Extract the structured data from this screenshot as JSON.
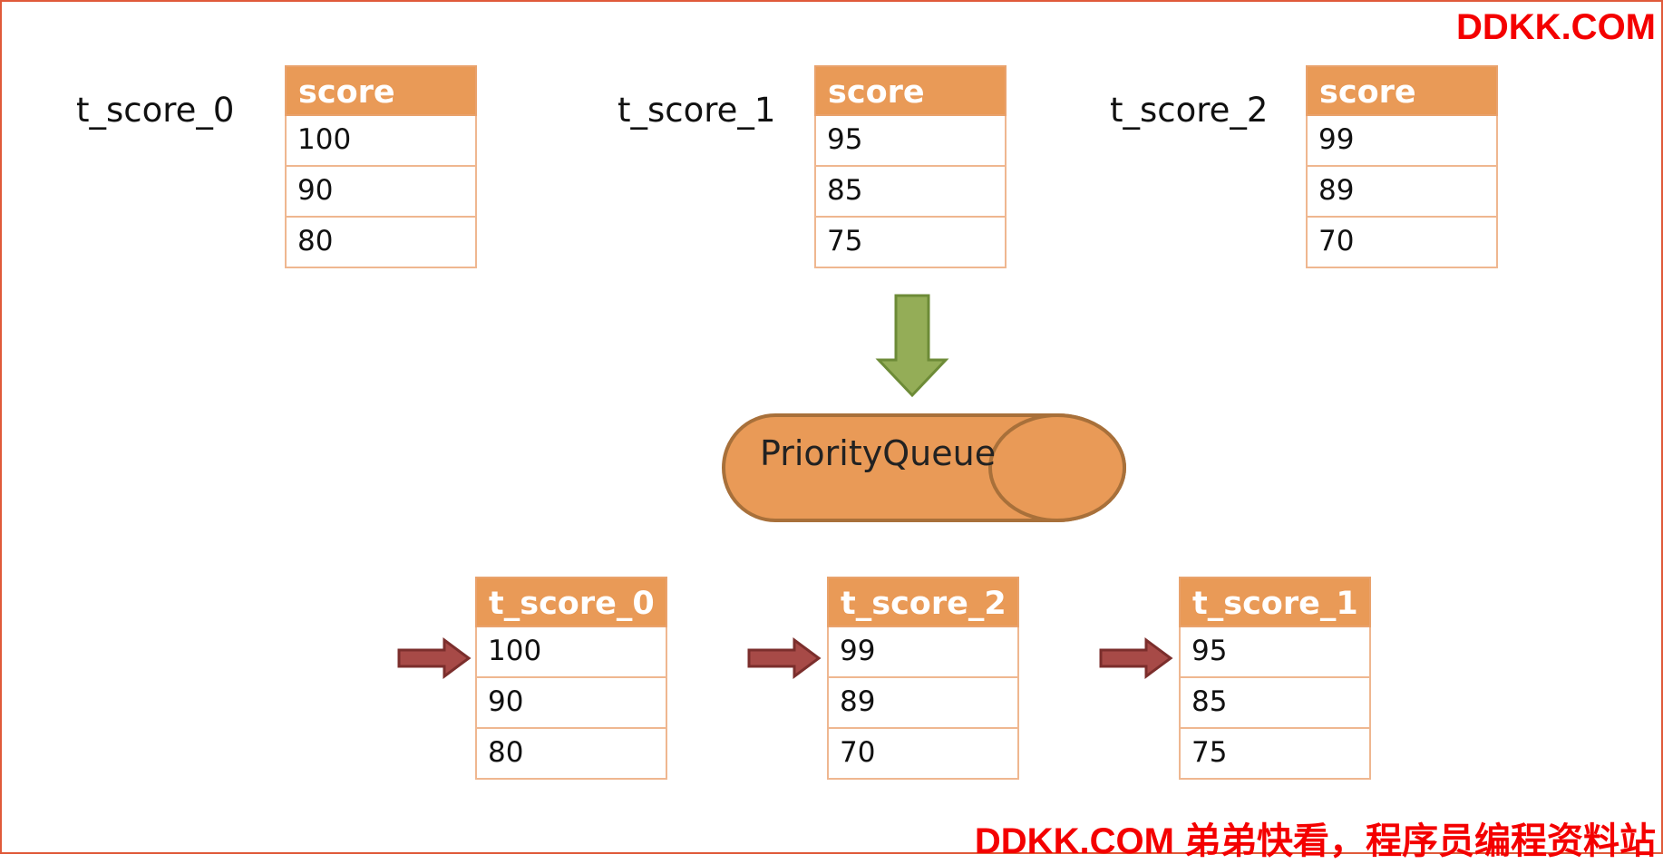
{
  "watermark": {
    "top": "DDKK.COM",
    "bottom": "DDKK.COM 弟弟快看，程序员编程资料站"
  },
  "source_tables": [
    {
      "name": "t_score_0",
      "header": "score",
      "values": [
        "100",
        "90",
        "80"
      ]
    },
    {
      "name": "t_score_1",
      "header": "score",
      "values": [
        "95",
        "85",
        "75"
      ]
    },
    {
      "name": "t_score_2",
      "header": "score",
      "values": [
        "99",
        "89",
        "70"
      ]
    }
  ],
  "queue": {
    "label": "PriorityQueue"
  },
  "result_tables": [
    {
      "header": "t_score_0",
      "values": [
        "100",
        "90",
        "80"
      ]
    },
    {
      "header": "t_score_2",
      "values": [
        "99",
        "89",
        "70"
      ]
    },
    {
      "header": "t_score_1",
      "values": [
        "95",
        "85",
        "75"
      ]
    }
  ],
  "colors": {
    "header_fill": "#e99a57",
    "cell_border": "#efb790",
    "queue_fill": "#e99a57",
    "queue_stroke": "#a8703a",
    "down_arrow_fill": "#94ad57",
    "down_arrow_stroke": "#6d8b37",
    "pointer_arrow_fill": "#a74a47",
    "pointer_arrow_stroke": "#7b2e2c",
    "watermark": "#f40000",
    "frame_border": "#e05a3a"
  },
  "icons": {
    "down_arrow": "down-arrow-icon",
    "pointer_arrow": "right-arrow-icon",
    "queue": "cylinder-icon"
  }
}
